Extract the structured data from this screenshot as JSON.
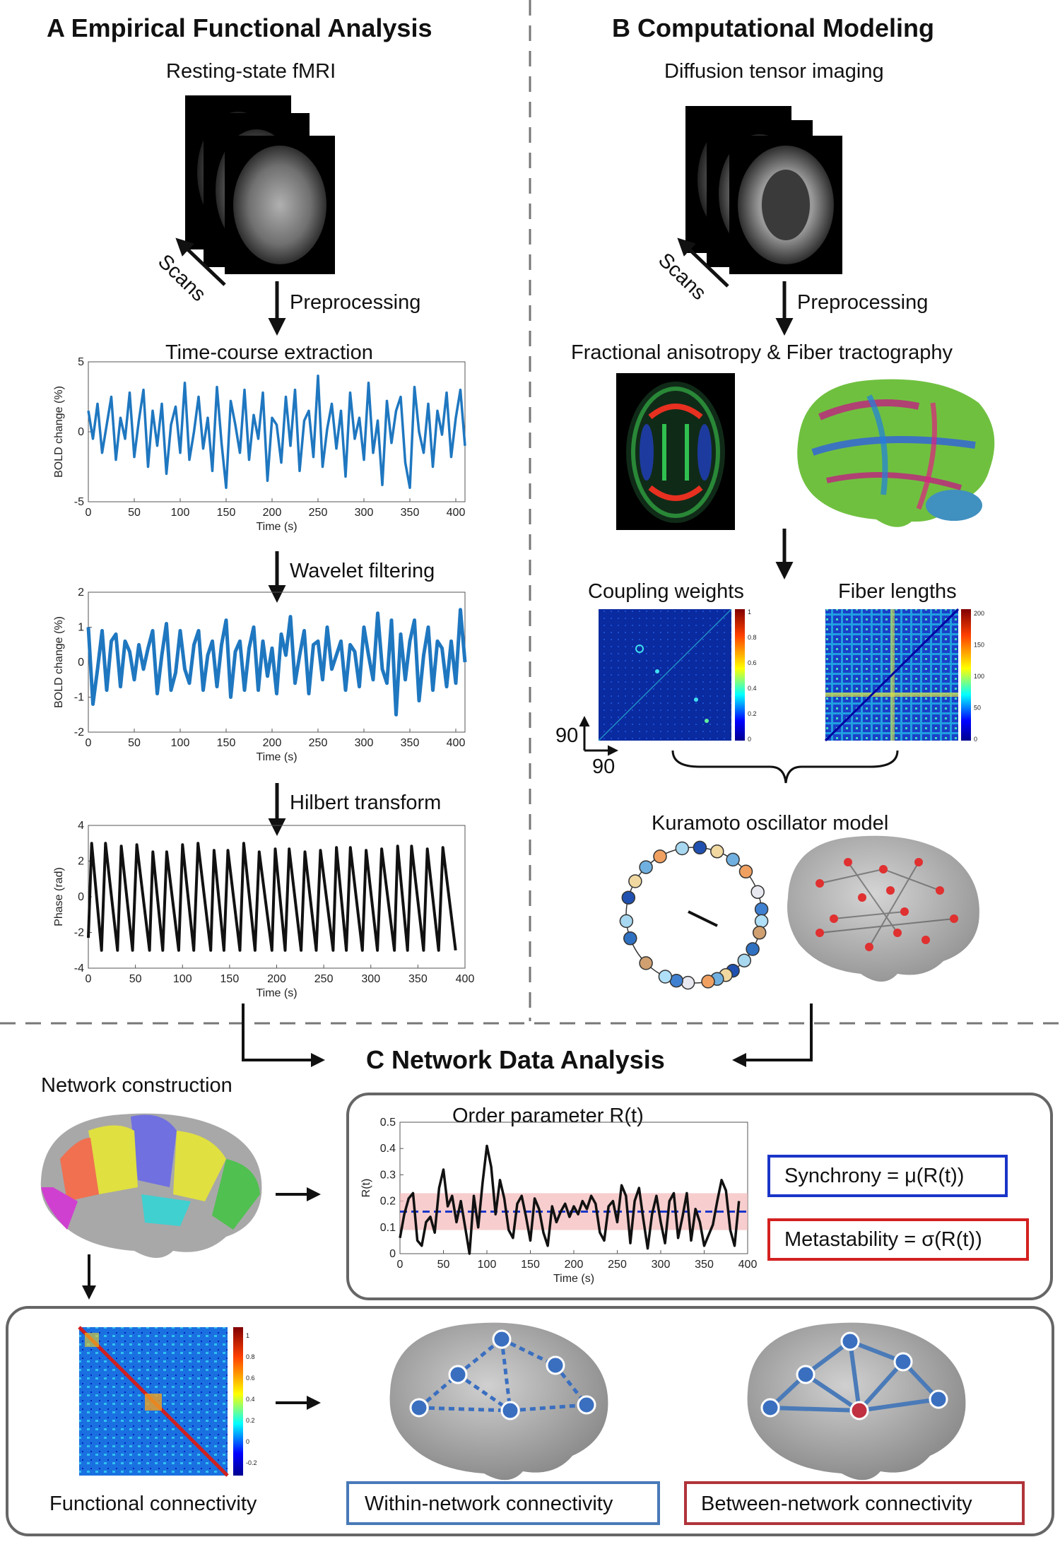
{
  "panel_a": {
    "title": "A  Empirical Functional Analysis",
    "scan_label": "Resting-state fMRI",
    "scans_arrow": "Scans",
    "step_preprocessing": "Preprocessing",
    "step_extraction": "Time-course  extraction",
    "step_wavelet": "Wavelet filtering",
    "step_hilbert": "Hilbert transform"
  },
  "panel_b": {
    "title": "B  Computational Modeling",
    "scan_label": "Diffusion tensor imaging",
    "scans_arrow": "Scans",
    "step_preprocessing": "Preprocessing",
    "fa_label": "Fractional anisotropy & Fiber tractography",
    "coupling_label": "Coupling weights",
    "fiber_label": "Fiber lengths",
    "matrix_size_y": "90",
    "matrix_size_x": "90",
    "kuramoto_label": "Kuramoto oscillator model"
  },
  "panel_c": {
    "title": "C  Network Data Analysis",
    "network_construction": "Network construction",
    "order_param_title": "Order parameter R(t)",
    "synchrony": "Synchrony  = μ(R(t))",
    "metastability": "Metastability = σ(R(t))",
    "functional_connectivity": "Functional  connectivity",
    "within_network": "Within-network  connectivity",
    "between_network": "Between-network  connectivity"
  },
  "colors": {
    "bold_blue": "#1f77c0",
    "synchrony_blue": "#1a35c8",
    "metastability_red": "#d42020",
    "within_box": "#4a7ab8",
    "between_box": "#b0343a",
    "node_blue": "#3a6fc0"
  },
  "chart_data": [
    {
      "type": "line",
      "name": "Time-course extraction",
      "xlabel": "Time (s)",
      "ylabel": "BOLD change (%)",
      "xlim": [
        0,
        410
      ],
      "ylim": [
        -5,
        5
      ],
      "xticks": [
        0,
        50,
        100,
        150,
        200,
        250,
        300,
        350,
        400
      ],
      "yticks": [
        -5,
        0,
        5
      ],
      "series": [
        {
          "x": [
            0,
            5,
            10,
            15,
            20,
            25,
            30,
            35,
            40,
            45,
            50,
            55,
            60,
            65,
            70,
            75,
            80,
            85,
            90,
            95,
            100,
            105,
            110,
            115,
            120,
            125,
            130,
            135,
            140,
            145,
            150,
            155,
            160,
            165,
            170,
            175,
            180,
            185,
            190,
            195,
            200,
            205,
            210,
            215,
            220,
            225,
            230,
            235,
            240,
            245,
            250,
            255,
            260,
            265,
            270,
            275,
            280,
            285,
            290,
            295,
            300,
            305,
            310,
            315,
            320,
            325,
            330,
            335,
            340,
            345,
            350,
            355,
            360,
            365,
            370,
            375,
            380,
            385,
            390,
            395,
            400,
            405,
            410
          ],
          "y": [
            1.5,
            -0.5,
            2.0,
            -1.5,
            0.5,
            2.5,
            -2.0,
            1.0,
            -0.5,
            2.8,
            -1.8,
            0.8,
            3.0,
            -2.5,
            1.5,
            -1.0,
            2.0,
            -3.0,
            0.5,
            1.8,
            -1.5,
            3.5,
            -2.0,
            0.0,
            2.5,
            -1.2,
            1.0,
            -2.8,
            3.2,
            -0.8,
            -4.0,
            2.2,
            0.5,
            -1.5,
            3.0,
            -2.0,
            1.2,
            -0.5,
            2.8,
            -3.5,
            1.0,
            0.5,
            -2.2,
            2.5,
            -1.0,
            3.0,
            -2.8,
            0.8,
            1.5,
            -1.8,
            4.0,
            -2.5,
            0.2,
            2.0,
            -1.2,
            1.5,
            -3.2,
            2.8,
            -0.5,
            1.0,
            -2.0,
            3.5,
            -1.5,
            0.8,
            -3.8,
            2.2,
            -0.8,
            1.5,
            2.5,
            -2.2,
            -4.0,
            3.2,
            0.0,
            -1.5,
            2.0,
            -2.5,
            1.5,
            -0.2,
            2.8,
            -1.8,
            1.0,
            3.0,
            -1.0
          ]
        }
      ]
    },
    {
      "type": "line",
      "name": "Wavelet filtering",
      "xlabel": "Time (s)",
      "ylabel": "BOLD change (%)",
      "xlim": [
        0,
        410
      ],
      "ylim": [
        -2,
        2
      ],
      "xticks": [
        0,
        50,
        100,
        150,
        200,
        250,
        300,
        350,
        400
      ],
      "yticks": [
        -2,
        -1,
        0,
        1,
        2
      ],
      "series": [
        {
          "x": [
            0,
            5,
            10,
            15,
            20,
            25,
            30,
            35,
            40,
            45,
            50,
            55,
            60,
            65,
            70,
            75,
            80,
            85,
            90,
            95,
            100,
            105,
            110,
            115,
            120,
            125,
            130,
            135,
            140,
            145,
            150,
            155,
            160,
            165,
            170,
            175,
            180,
            185,
            190,
            195,
            200,
            205,
            210,
            215,
            220,
            225,
            230,
            235,
            240,
            245,
            250,
            255,
            260,
            265,
            270,
            275,
            280,
            285,
            290,
            295,
            300,
            305,
            310,
            315,
            320,
            325,
            330,
            335,
            340,
            345,
            350,
            355,
            360,
            365,
            370,
            375,
            380,
            385,
            390,
            395,
            400,
            405,
            410
          ],
          "y": [
            1.0,
            -1.2,
            -0.2,
            0.9,
            -0.8,
            0.6,
            0.8,
            -0.7,
            0.6,
            0.3,
            -0.5,
            0.5,
            -0.2,
            0.4,
            0.9,
            -0.9,
            0.2,
            1.1,
            -0.8,
            -0.3,
            0.9,
            -0.2,
            -0.6,
            0.5,
            0.9,
            -0.8,
            0.2,
            0.6,
            -0.7,
            0.5,
            1.2,
            -1.0,
            0.3,
            0.6,
            -0.8,
            0.4,
            1.0,
            -0.8,
            0.6,
            -0.4,
            0.4,
            -0.9,
            0.8,
            0.2,
            1.3,
            -0.6,
            0.2,
            0.9,
            -0.9,
            0.5,
            0.6,
            -0.5,
            1.0,
            -0.2,
            0.2,
            0.6,
            -0.8,
            0.5,
            0.3,
            -0.7,
            1.0,
            0.2,
            -0.5,
            1.4,
            -0.2,
            -0.6,
            1.2,
            -1.5,
            0.8,
            -0.5,
            0.6,
            1.2,
            -1.1,
            0.2,
            1.0,
            -0.8,
            0.6,
            0.4,
            -0.7,
            0.6,
            -0.6,
            1.5,
            0.0
          ]
        }
      ]
    },
    {
      "type": "line",
      "name": "Hilbert transform",
      "xlabel": "Time (s)",
      "ylabel": "Phase (rad)",
      "xlim": [
        0,
        400
      ],
      "ylim": [
        -4,
        4
      ],
      "xticks": [
        0,
        50,
        100,
        150,
        200,
        250,
        300,
        350,
        400
      ],
      "yticks": [
        -4,
        -2,
        0,
        2,
        4
      ]
    },
    {
      "type": "line",
      "name": "Order parameter R(t)",
      "xlabel": "Time (s)",
      "ylabel": "R(t)",
      "xlim": [
        0,
        400
      ],
      "ylim": [
        0,
        0.5
      ],
      "xticks": [
        0,
        50,
        100,
        150,
        200,
        250,
        300,
        350,
        400
      ],
      "yticks": [
        0,
        0.1,
        0.2,
        0.3,
        0.4,
        0.5
      ],
      "mean": 0.16,
      "band": [
        0.09,
        0.23
      ],
      "series": [
        {
          "x": [
            0,
            5,
            10,
            15,
            20,
            25,
            30,
            35,
            40,
            45,
            50,
            55,
            60,
            65,
            70,
            75,
            80,
            85,
            90,
            95,
            100,
            105,
            110,
            115,
            120,
            125,
            130,
            135,
            140,
            145,
            150,
            155,
            160,
            165,
            170,
            175,
            180,
            185,
            190,
            195,
            200,
            205,
            210,
            215,
            220,
            225,
            230,
            235,
            240,
            245,
            250,
            255,
            260,
            265,
            270,
            275,
            280,
            285,
            290,
            295,
            300,
            305,
            310,
            315,
            320,
            325,
            330,
            335,
            340,
            345,
            350,
            355,
            360,
            365,
            370,
            375,
            380,
            385,
            390
          ],
          "y": [
            0.06,
            0.15,
            0.21,
            0.23,
            0.05,
            0.03,
            0.12,
            0.14,
            0.08,
            0.25,
            0.32,
            0.18,
            0.22,
            0.12,
            0.2,
            0.1,
            0.0,
            0.22,
            0.1,
            0.27,
            0.41,
            0.33,
            0.15,
            0.28,
            0.21,
            0.09,
            0.06,
            0.19,
            0.22,
            0.14,
            0.05,
            0.21,
            0.17,
            0.08,
            0.03,
            0.18,
            0.12,
            0.16,
            0.19,
            0.14,
            0.18,
            0.15,
            0.2,
            0.17,
            0.22,
            0.19,
            0.08,
            0.05,
            0.18,
            0.2,
            0.12,
            0.26,
            0.22,
            0.04,
            0.2,
            0.25,
            0.13,
            0.02,
            0.15,
            0.22,
            0.12,
            0.04,
            0.2,
            0.23,
            0.06,
            0.14,
            0.23,
            0.05,
            0.17,
            0.12,
            0.03,
            0.07,
            0.11,
            0.2,
            0.28,
            0.24,
            0.09,
            0.03,
            0.2
          ]
        }
      ]
    }
  ],
  "colorbars": {
    "coupling_ticks": [
      "1",
      "0.8",
      "0.6",
      "0.4",
      "0.2",
      "0"
    ],
    "fiber_ticks": [
      "200",
      "150",
      "100",
      "50",
      "0"
    ],
    "fc_ticks": [
      "1",
      "0.8",
      "0.6",
      "0.4",
      "0.2",
      "0",
      "-0.2"
    ]
  }
}
